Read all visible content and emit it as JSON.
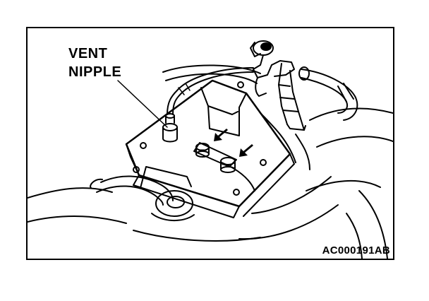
{
  "callout": {
    "line1": "VENT",
    "line2": "NIPPLE"
  },
  "figure_code": "AC000191AB",
  "colors": {
    "ink": "#000000",
    "paper": "#ffffff"
  }
}
